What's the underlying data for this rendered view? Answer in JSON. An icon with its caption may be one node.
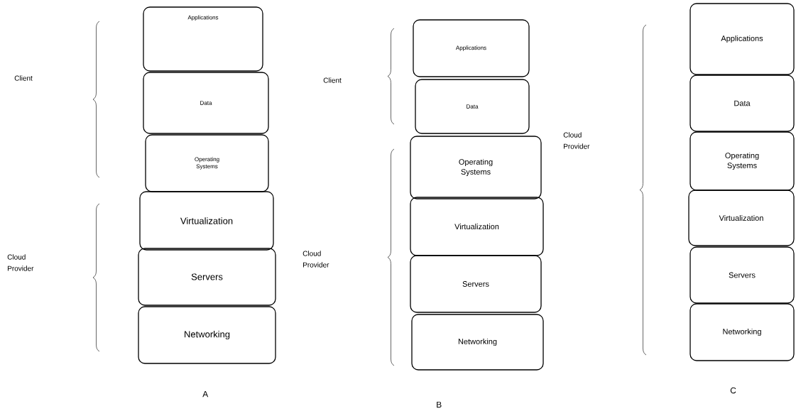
{
  "diagram": {
    "nodes": [
      {
        "text": [
          "Applications"
        ]
      },
      {
        "text": [
          "Data"
        ]
      },
      {
        "text": [
          "Operating Systems"
        ]
      },
      {
        "text": [
          "Virtualization"
        ]
      },
      {
        "text": [
          "Servers"
        ]
      },
      {
        "text": [
          "Networking"
        ]
      },
      {
        "text": [
          "Applications"
        ]
      },
      {
        "text": [
          "Data"
        ]
      },
      {
        "text": [
          "Operating Systems"
        ]
      },
      {
        "text": [
          "Virtualization"
        ]
      },
      {
        "text": [
          "Servers"
        ]
      },
      {
        "text": [
          "Networking"
        ]
      },
      {
        "text": [
          "Applications"
        ]
      },
      {
        "text": [
          "Data"
        ]
      },
      {
        "text": [
          "Operating Systems"
        ]
      },
      {
        "text": [
          "Virtualization"
        ]
      },
      {
        "text": [
          "Servers"
        ]
      },
      {
        "text": [
          "Networking"
        ]
      }
    ],
    "labels": [
      "Client",
      "Cloud Provider",
      "Client",
      "Cloud Provider",
      "Cloud Provider",
      "A",
      "B",
      "C"
    ]
  }
}
